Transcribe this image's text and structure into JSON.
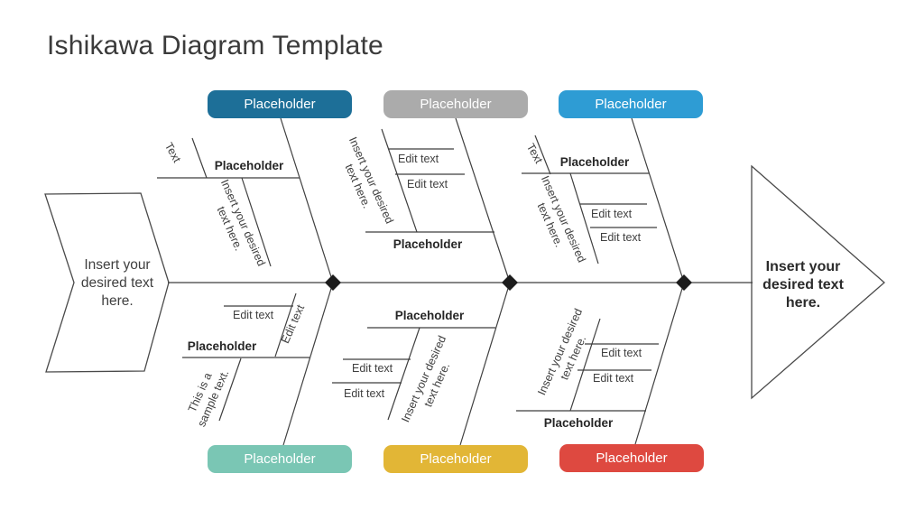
{
  "title": "Ishikawa Diagram Template",
  "tail": {
    "label": "Insert your desired text here."
  },
  "head": {
    "label": "Insert your desired text here."
  },
  "line_color": "#3f3f3f",
  "node_color": "#1c1c1c",
  "branches": {
    "top": [
      {
        "badge": "Placeholder",
        "color": "#1d6f98",
        "tick_label": "Text",
        "cause_label": "Placeholder",
        "note": "Insert your desired text here."
      },
      {
        "badge": "Placeholder",
        "color": "#ababab",
        "edit1": "Edit text",
        "edit2": "Edit text",
        "cause_label": "Placeholder",
        "note": "Insert your desired text here."
      },
      {
        "badge": "Placeholder",
        "color": "#2e9cd4",
        "tick_label": "Text",
        "cause_label": "Placeholder",
        "edit1": "Edit text",
        "edit2": "Edit text",
        "note": "Insert your desired text here."
      }
    ],
    "bottom": [
      {
        "badge": "Placeholder",
        "color": "#7ac6b4",
        "edit1": "Edit text",
        "edit2": "Edit text",
        "cause_label": "Placeholder",
        "note": "This is a sample text."
      },
      {
        "badge": "Placeholder",
        "color": "#e2b636",
        "cause_label": "Placeholder",
        "edit1": "Edit text",
        "edit2": "Edit text",
        "note": "Insert your desired text here."
      },
      {
        "badge": "Placeholder",
        "color": "#de4940",
        "edit1": "Edit text",
        "edit2": "Edit text",
        "cause_label": "Placeholder",
        "note": "Insert your desired text here."
      }
    ]
  }
}
